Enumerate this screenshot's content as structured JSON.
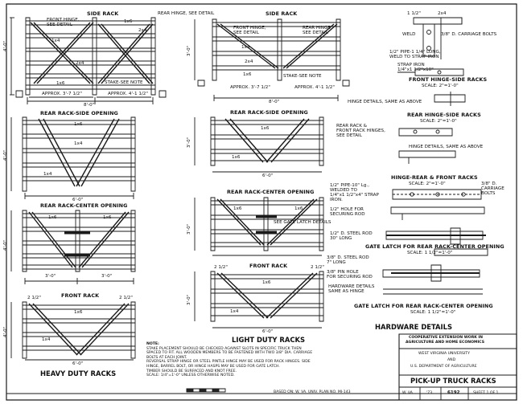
{
  "heavy": {
    "side_rack": {
      "title": "SIDE RACK",
      "front_hinge": "FRONT HINGE,",
      "see_detail": "SEE DETAIL",
      "rear_hinge": "REAR HINGE, SEE DETAIL",
      "stake_note": "STAKE-SEE NOTE",
      "approx_left": "APPROX. 3'-7 1/2\"",
      "approx_right": "APPROX. 4'-1 1/2\"",
      "width": "8'-0\"",
      "height": "4'-0\"",
      "lumber": {
        "a": "1x6",
        "b": "2x4",
        "c": "1x4",
        "d": "2x4"
      }
    },
    "rear_side": {
      "title": "REAR RACK-SIDE OPENING",
      "width": "6'-0\"",
      "height": "4'-0\""
    },
    "rear_center": {
      "title": "REAR RACK-CENTER OPENING",
      "left_width": "3'-0\"",
      "right_width": "3'-0\"",
      "height": "4'-0\""
    },
    "front": {
      "title": "FRONT RACK",
      "width": "6'-0\"",
      "height": "4'-0\"",
      "dim_a": "2 1/2\"",
      "dim_b": "2 1/2\""
    },
    "footer": "HEAVY DUTY RACKS"
  },
  "light": {
    "side_rack": {
      "title": "SIDE RACK",
      "front_hinge": "FRONT HINGE,",
      "see_detail_a": "SEE DETAIL",
      "rear_hinge": "REAR HINGE,",
      "see_detail_b": "SEE DETAIL",
      "stake_note": "STAKE-SEE NOTE",
      "approx_left": "APPROX. 3'-7 1/2\"",
      "approx_right": "APPROX. 4'-1 1/2\"",
      "width": "8'-0\"",
      "height": "3'-0\""
    },
    "rear_side": {
      "title": "REAR RACK-SIDE OPENING",
      "callout": [
        "REAR RACK &",
        "FRONT RACK HINGES,",
        "SEE DETAIL"
      ],
      "width": "6'-0\"",
      "height": "3'-0\""
    },
    "rear_center": {
      "title": "REAR RACK-CENTER OPENING",
      "callout": "SEE GATE LATCH DETAILS",
      "height": "3'-0\""
    },
    "front": {
      "title": "FRONT RACK",
      "width": "6'-0\"",
      "height": "3'-0\"",
      "dim_a": "2 1/2\"",
      "dim_b": "2 1/2\""
    },
    "footer": "LIGHT DUTY RACKS"
  },
  "lumber_labels": {
    "l1x6": "1x6",
    "l1x4": "1x4",
    "l2x4": "2x4"
  },
  "hardware": {
    "front_hinge": {
      "weld": "WELD",
      "bolts": "3/8\" D. CARRIAGE BOLTS",
      "pipe": [
        "1/2\" PIPE-1 1/4\" LONG,",
        "WELD TO STRAP IRON"
      ],
      "strap": [
        "STRAP IRON",
        "1/4\"x1 1/2\"x10\""
      ],
      "title": "FRONT HINGE-SIDE RACKS",
      "scale": "SCALE: 2\"=1'-0\"",
      "same": "HINGE DETAILS, SAME AS ABOVE",
      "dim_top": "1 1/2\"",
      "dim_top2": "2x4"
    },
    "rear_hinge": {
      "title": "REAR HINGE-SIDE RACKS",
      "scale": "SCALE: 2\"=1'-0\"",
      "same": "HINGE DETAILS, SAME AS ABOVE"
    },
    "hinge_rf": {
      "title": "HINGE-REAR & FRONT RACKS",
      "scale": "SCALE: 2\"=1'-0\"",
      "bolts": [
        "3/8\" D.",
        "CARRIAGE",
        "BOLTS"
      ]
    },
    "latch1": {
      "pipe": [
        "1/2\" PIPE-10\" Lg.,",
        "WELDED TO",
        "1/4\"x1 1/2\"x4\" STRAP",
        "IRON."
      ],
      "hole": [
        "1/2\" HOLE FOR",
        "SECURING ROD"
      ],
      "rod": [
        "1/2\" D. STEEL ROD",
        "30\" LONG"
      ],
      "title": "GATE LATCH FOR REAR RACK-CENTER OPENING",
      "scale": "SCALE: 1 1/2\"=1'-0\""
    },
    "latch2": {
      "rod": [
        "3/8\" D. STEEL ROD",
        "7\" LONG"
      ],
      "pin": [
        "3/8\" PIN HOLE",
        "FOR SECURING ROD"
      ],
      "same": [
        "HARDWARE DETAILS",
        "SAME AS HINGE"
      ],
      "title": "GATE LATCH FOR REAR RACK-CENTER OPENING",
      "scale": "SCALE: 1 1/2\"=1'-0\""
    },
    "section_title": "HARDWARE DETAILS"
  },
  "title_block": {
    "coop": "COOPERATIVE EXTENSION WORK IN",
    "agri": "AGRICULTURE AND HOME ECONOMICS",
    "org1": "WEST VIRGINIA UNIVERSITY",
    "org2": "AND",
    "org3": "U.S. DEPARTMENT OF AGRICULTURE",
    "title": "PICK-UP TRUCK RACKS",
    "state": "W. VA.",
    "year": "'73",
    "plan_no": "6192",
    "sheet": "SHEET 1 OF 1"
  },
  "notes": {
    "heading": "NOTE:",
    "lines": [
      "STAKE PLACEMENT SHOULD BE CHECKED AGAINST SLOTS IN SPECIFIC TRUCK THEN",
      "SPACED TO FIT. ALL WOODEN MEMBERS TO BE FASTENED WITH TWO 3/8\" DIA. CARRIAGE",
      "BOLTS AT EACH JOINT.",
      "REVERSAL STRAP HINGE OR STEEL PINTLE HINGE MAY BE USED FOR RACK HINGES. SIDE",
      "HINGE, BARREL BOLT, OR HINGE HASPS MAY BE USED FOR GATE LATCH.",
      "TIMBER SHOULD BE SURFACED AND KNOT FREE."
    ],
    "scale": "SCALE: 1/4\"=1'-0\" UNLESS OTHERWISE NOTED."
  },
  "based_on": "BASED ON: W. VA. UNIV. PLAN NO. MI-143"
}
